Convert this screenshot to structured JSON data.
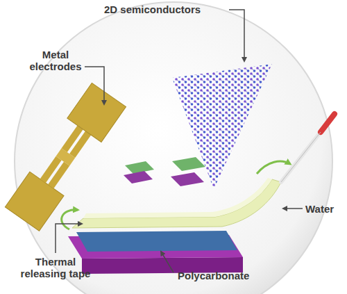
{
  "diagram": {
    "labels": [
      "2D semiconductors",
      "Metal electrodes",
      "Water",
      "Thermal releasing tape",
      "Polycarbonate"
    ]
  }
}
